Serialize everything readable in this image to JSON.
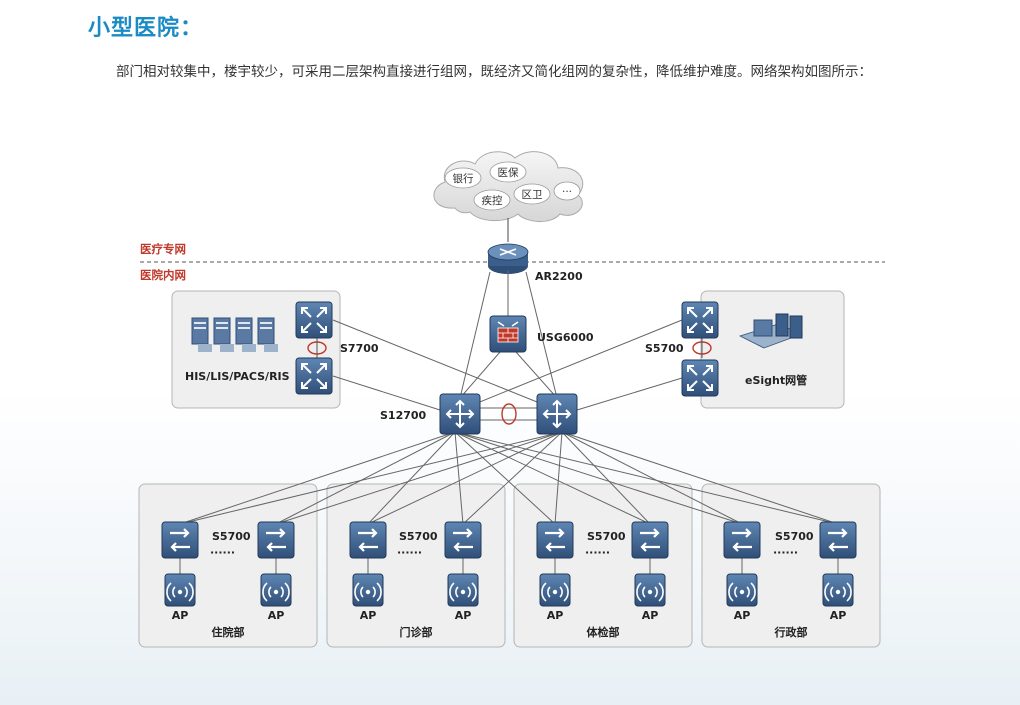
{
  "title": "小型医院：",
  "description": "部门相对较集中，楼宇较少，可采用二层架构直接进行组网，既经济又简化组网的复杂性，降低维护难度。网络架构如图所示：",
  "diagram": {
    "cloud_items": [
      "银行",
      "医保",
      "疾控",
      "区卫",
      "···"
    ],
    "zones": {
      "external": "医疗专网",
      "internal": "医院内网"
    },
    "devices": {
      "router": "AR2200",
      "firewall": "USG6000",
      "left_switch": "S7700",
      "right_switch": "S5700",
      "core": "S12700",
      "servers": "HIS/LIS/PACS/RIS",
      "management": "eSight网管"
    },
    "departments": [
      {
        "name": "住院部",
        "switch": "S5700",
        "ap_left": "AP",
        "ap_right": "AP"
      },
      {
        "name": "门诊部",
        "switch": "S5700",
        "ap_left": "AP",
        "ap_right": "AP"
      },
      {
        "name": "体检部",
        "switch": "S5700",
        "ap_left": "AP",
        "ap_right": "AP"
      },
      {
        "name": "行政部",
        "switch": "S5700",
        "ap_left": "AP",
        "ap_right": "AP"
      }
    ],
    "colors": {
      "device_blue": "#3b5f8a",
      "zone_red": "#c0392b",
      "box_border": "#b5b5b5",
      "box_fill": "#f0f0f0"
    }
  }
}
